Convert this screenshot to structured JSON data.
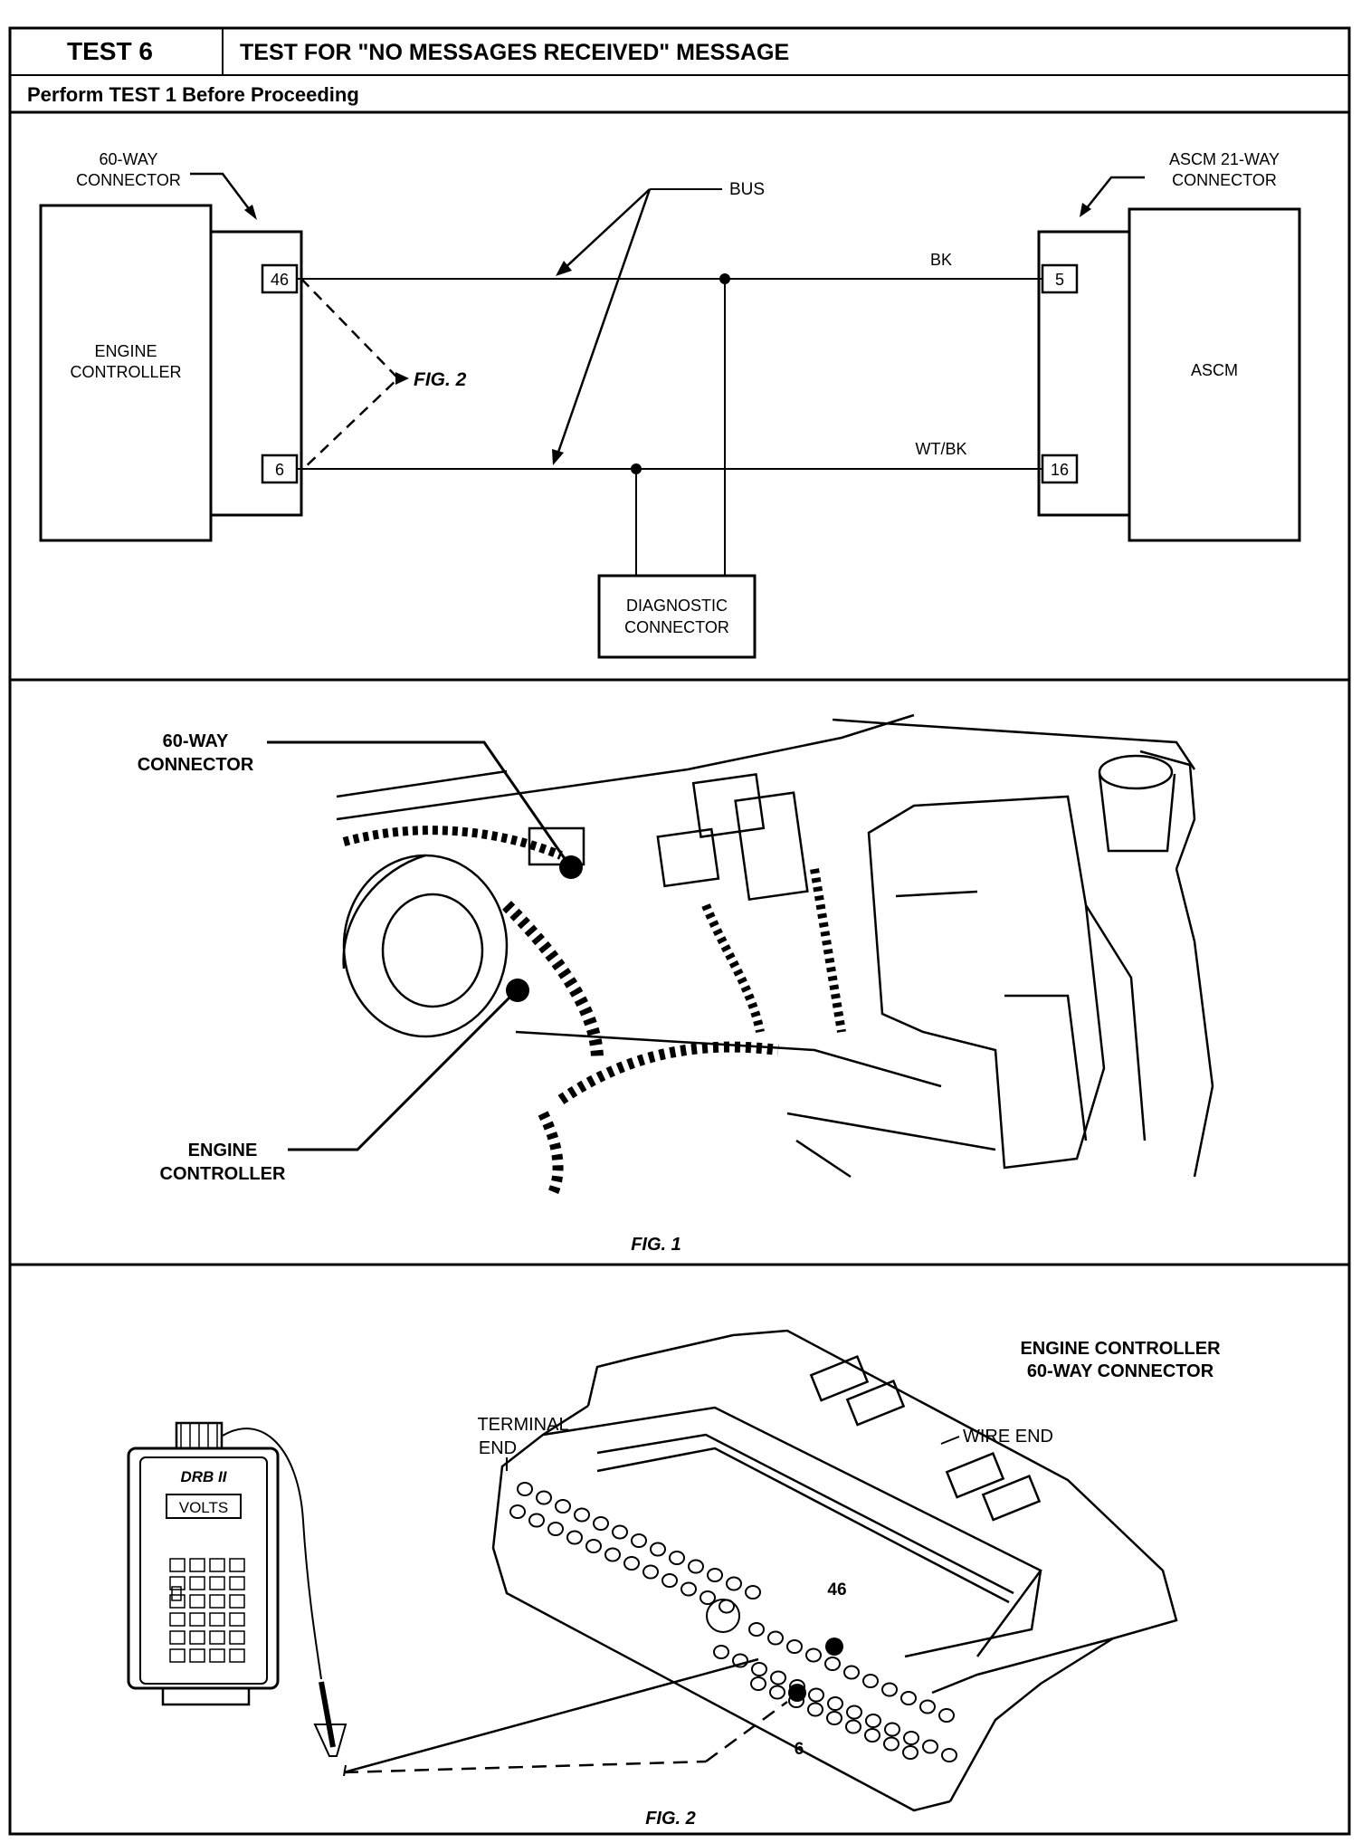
{
  "header": {
    "test_id": "TEST 6",
    "title": "TEST FOR \"NO MESSAGES RECEIVED\" MESSAGE",
    "prerequisite": "Perform TEST 1 Before Proceeding"
  },
  "schematic": {
    "left_connector_label": [
      "60-WAY",
      "CONNECTOR"
    ],
    "right_connector_label": [
      "ASCM 21-WAY",
      "CONNECTOR"
    ],
    "engine_controller_label": [
      "ENGINE",
      "CONTROLLER"
    ],
    "ascm_label": "ASCM",
    "bus_label": "BUS",
    "fig_ref": "FIG. 2",
    "pin_46": "46",
    "pin_6": "6",
    "pin_5": "5",
    "pin_16": "16",
    "wire_top": "BK",
    "wire_bottom": "WT/BK",
    "diag_label": [
      "DIAGNOSTIC",
      "CONNECTOR"
    ]
  },
  "fig1": {
    "connector_label": [
      "60-WAY",
      "CONNECTOR"
    ],
    "controller_label": [
      "ENGINE",
      "CONTROLLER"
    ],
    "caption": "FIG. 1"
  },
  "fig2": {
    "title": [
      "ENGINE CONTROLLER",
      "60-WAY CONNECTOR"
    ],
    "terminal_end": [
      "TERMINAL",
      "END"
    ],
    "wire_end": "WIRE END",
    "pin_46": "46",
    "pin_6": "6",
    "meter_brand": "DRB II",
    "meter_display": "VOLTS",
    "caption": "FIG. 2"
  }
}
